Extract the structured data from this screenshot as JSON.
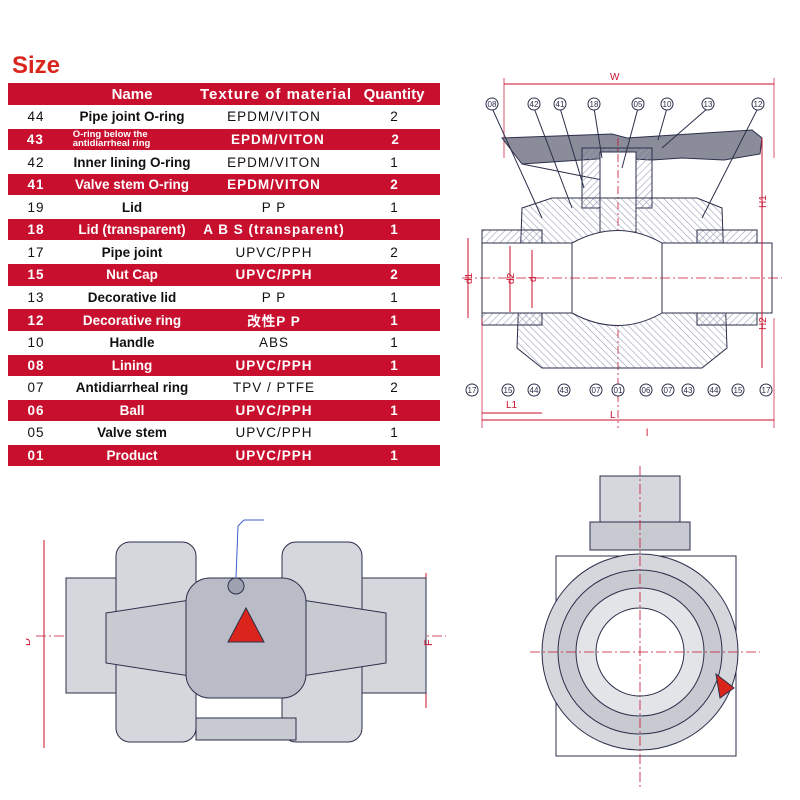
{
  "title": "Size",
  "table": {
    "headers": [
      "Name",
      "Texture of material",
      "Quantity"
    ],
    "rows": [
      {
        "no": "44",
        "name": "Pipe joint O-ring",
        "material": "EPDM/VITON",
        "qty": "2",
        "style": "white"
      },
      {
        "no": "43",
        "name": "O-ring below the antidiarrheal ring",
        "material": "EPDM/VITON",
        "qty": "2",
        "style": "red"
      },
      {
        "no": "42",
        "name": "Inner lining O-ring",
        "material": "EPDM/VITON",
        "qty": "1",
        "style": "white"
      },
      {
        "no": "41",
        "name": "Valve stem O-ring",
        "material": "EPDM/VITON",
        "qty": "2",
        "style": "red"
      },
      {
        "no": "19",
        "name": "Lid",
        "material": "P P",
        "qty": "1",
        "style": "white"
      },
      {
        "no": "18",
        "name": "Lid (transparent)",
        "material": "A B S (transparent)",
        "qty": "1",
        "style": "red"
      },
      {
        "no": "17",
        "name": "Pipe joint",
        "material": "UPVC/PPH",
        "qty": "2",
        "style": "white"
      },
      {
        "no": "15",
        "name": "Nut Cap",
        "material": "UPVC/PPH",
        "qty": "2",
        "style": "red"
      },
      {
        "no": "13",
        "name": "Decorative lid",
        "material": "P P",
        "qty": "1",
        "style": "white"
      },
      {
        "no": "12",
        "name": "Decorative ring",
        "material": "改性P P",
        "qty": "1",
        "style": "red"
      },
      {
        "no": "10",
        "name": "Handle",
        "material": "ABS",
        "qty": "1",
        "style": "white"
      },
      {
        "no": "08",
        "name": "Lining",
        "material": "UPVC/PPH",
        "qty": "1",
        "style": "red"
      },
      {
        "no": "07",
        "name": "Antidiarrheal ring",
        "material": "TPV / PTFE",
        "qty": "2",
        "style": "white"
      },
      {
        "no": "06",
        "name": "Ball",
        "material": "UPVC/PPH",
        "qty": "1",
        "style": "red"
      },
      {
        "no": "05",
        "name": "Valve stem",
        "material": "UPVC/PPH",
        "qty": "1",
        "style": "white"
      },
      {
        "no": "01",
        "name": "Product",
        "material": "UPVC/PPH",
        "qty": "1",
        "style": "red"
      }
    ]
  },
  "section_drawing": {
    "top_callouts": [
      "08",
      "42",
      "41",
      "18",
      "05",
      "10",
      "13",
      "12"
    ],
    "bottom_callouts": [
      "17",
      "15",
      "44",
      "43",
      "07",
      "01",
      "06",
      "07",
      "43",
      "44",
      "15",
      "17"
    ],
    "dimensions": {
      "w": "W",
      "h1": "H1",
      "h2": "H2",
      "d1": "d1",
      "d2": "d2",
      "d": "d",
      "l1": "L1",
      "l": "L",
      "l_small": "l"
    }
  },
  "side_drawing": {
    "dimensions": {
      "d": "D",
      "f": "F"
    }
  },
  "front_drawing": {}
}
